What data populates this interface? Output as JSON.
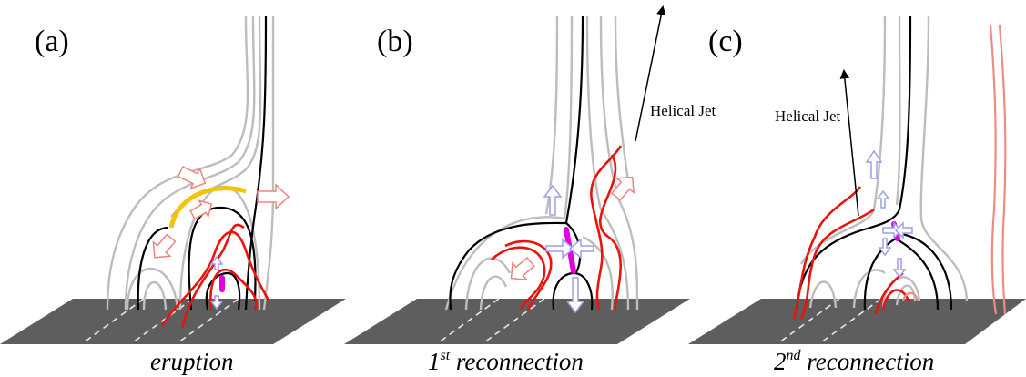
{
  "panels": [
    {
      "label": "(a)",
      "caption": "eruption"
    },
    {
      "label": "(b)",
      "caption_main": "1",
      "caption_sup": "st",
      "caption_rest": " reconnection",
      "jet_label": "Helical Jet"
    },
    {
      "label": "(c)",
      "caption_main": "2",
      "caption_sup": "nd",
      "caption_rest": " reconnection",
      "jet_label": "Helical Jet"
    }
  ],
  "colors": {
    "open_field": "#bdbdbd",
    "closed_field": "#000000",
    "twisted_flux": "#e8140c",
    "current_sheet": "#e000e0",
    "erupting_arc": "#f5c20b",
    "photosphere": "#5e5e5e",
    "outflow_arrow": "#f0837e",
    "inflow_arrow": "#9e9eea"
  },
  "icons": [
    "outflow-arrow-icon",
    "inflow-arrow-icon",
    "jet-direction-arrow-icon"
  ]
}
